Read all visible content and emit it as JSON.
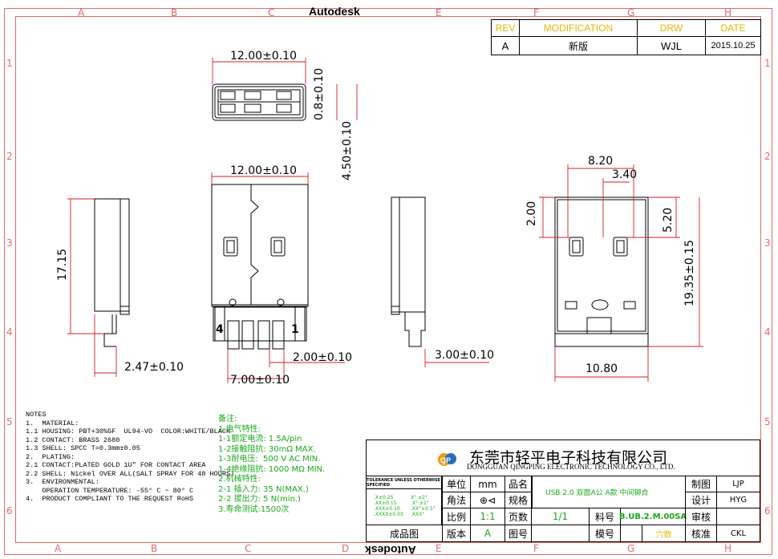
{
  "header": {
    "top_label": "Autodesk",
    "bottom_label": "Autodesk"
  },
  "zones": {
    "columns": [
      "A",
      "B",
      "C",
      "D",
      "E",
      "F",
      "G",
      "H"
    ],
    "rows": [
      "1",
      "2",
      "3",
      "4",
      "5",
      "6"
    ]
  },
  "revision": {
    "headers": [
      "REV",
      "MODIFICATION",
      "DRW",
      "DATE"
    ],
    "row": [
      "A",
      "新版",
      "WJL",
      "2015.10.25"
    ]
  },
  "dimensions": {
    "top_width": "12.00±0.10",
    "top_h1": "0.8±0.10",
    "top_h2": "4.50±0.10",
    "front_width": "12.00±0.10",
    "side_height": "17.15",
    "side_tab": "2.47±0.10",
    "pitch_a": "7.00±0.10",
    "pitch_b": "2.00±0.10",
    "side2_tab": "3.00±0.10",
    "r_820": "8.20",
    "r_340": "3.40",
    "r_200": "2.00",
    "r_520": "5.20",
    "r_height": "19.35±0.15",
    "r_width": "10.80",
    "pin4": "4",
    "pin1": "1"
  },
  "notes": {
    "en": "NOTES\n1.  MATERIAL:\n1.1 HOUSING: PBT+30%GF  UL94-VO  COLOR:WHITE/BLACK\n1.2 CONTACT: BRASS 2680\n1.3 SHELL: SPCC T=0.3mm±0.05\n2.  PLATING:\n2.1 CONTACT:PLATED GOLD 1U\" FOR CONTACT AREA\n2.2 SHELL: Nickel OVER ALL(SALT SPRAY FOR 48 HOURS)\n3.  ENVIRONMENTAL:\n    OPERATION TEMPERATURE: -55° C ~ 80° C\n4.  PRODUCT COMPLIANT TO THE REQUEST RoHS",
    "cn": "备注:\n1.电气特性:\n1-1额定电流: 1.5A/pin\n1-2接触阻抗: 30mΩ MAX.\n1-3耐电压:  500 V AC MIN.\n1-4绝缘阻抗: 1000 MΩ MIN.\n2.机械特性:\n2-1 插入力: 35 N(MAX.)\n2-2 拔出力: 5 N(min.)\n3.寿命测试:1500次"
  },
  "titleblock": {
    "company_cn": "东莞市轻平电子科技有限公司",
    "company_en": "DONGGUAN QINGPING ELECTRONIC TECHNOLOGY CO., LTD.",
    "tol_title": "TOLERANCE UNLESS OTHERWISE SPECIFIED",
    "tol_left": ".X±0.25\n.XX±0.15\n.XXX±0.10\n.XXXX±0.03",
    "tol_right": "X° ±2°\n.X° ±1°\n.XX°±0.5°\n.XXX°",
    "unit_label": "单位",
    "unit_value": "mm",
    "part_name_label": "品名",
    "part_name": "USB  2.0 双面A公 A款  中间铆合",
    "angle_label": "角法",
    "spec_label": "规格",
    "scale_label": "比例",
    "scale_value": "1:1",
    "page_label": "页数",
    "page_value": "1/1",
    "partno_label": "料号",
    "partno": "B.UB.2.M.00SA",
    "product_label": "成品图",
    "version_label": "版本",
    "version_value": "A",
    "drawing_no_label": "图号",
    "mold_label": "模号",
    "cavity": "穴数",
    "drafted_label": "制图",
    "drafted": "LJP",
    "design_label": "设计",
    "design": "HYG",
    "review_label": "审核",
    "approve_label": "核准",
    "approve": "CKL"
  }
}
